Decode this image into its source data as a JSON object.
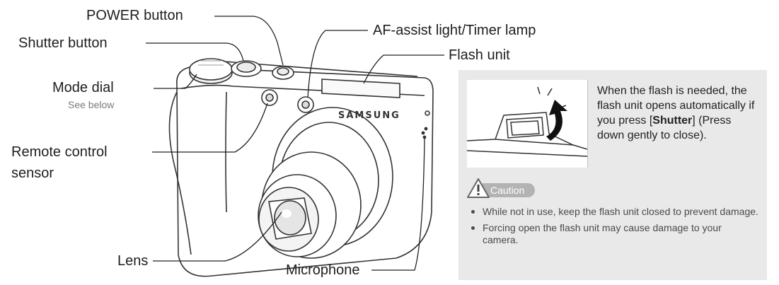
{
  "labels": {
    "power_button": "POWER button",
    "shutter_button": "Shutter button",
    "mode_dial": "Mode dial",
    "mode_dial_note": "See below",
    "remote_sensor_line1": "Remote control",
    "remote_sensor_line2": "sensor",
    "lens": "Lens",
    "af_assist": "AF-assist light/Timer lamp",
    "flash_unit": "Flash unit",
    "microphone": "Microphone"
  },
  "camera": {
    "brand": "SAMSUNG"
  },
  "panel": {
    "desc_before": "When the flash is needed, the flash unit opens automatically if you press [",
    "desc_bold": "Shutter",
    "desc_after": "] (Press down gently to close).",
    "caution_label": "Caution",
    "bullets": [
      "While not in use, keep the flash unit closed to prevent damage.",
      "Forcing open the flash unit may cause damage to your camera."
    ]
  },
  "colors": {
    "panel_bg": "#e9e9e9",
    "caution_pill": "#b3b3b3"
  }
}
